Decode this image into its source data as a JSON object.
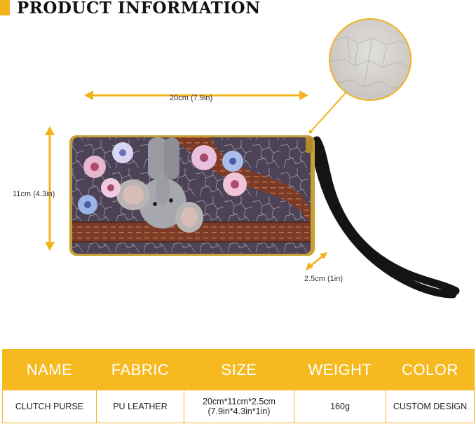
{
  "header": {
    "title": "PRODUCT INFORMATION",
    "accent": "#f2b21b"
  },
  "dimensions": {
    "width_label": "20cm (7.9in)",
    "height_label": "11cm (4.3in)",
    "depth_label": "2.5cm (1in)"
  },
  "product_image": {
    "subject": "zip-around wallet with elephant and flowers print, purple crackle leather background, brown stitched leather bands, black wrist strap",
    "colors": {
      "background": "#4a3f52",
      "band": "#7a3a26",
      "zip": "#c9a035",
      "strap": "#151515",
      "swatch": "#d6d4d0"
    }
  },
  "spec_table": {
    "headers": [
      "NAME",
      "FABRIC",
      "SIZE",
      "WEIGHT",
      "COLOR"
    ],
    "values": [
      "CLUTCH  PURSE",
      "PU LEATHER",
      "20cm*11cm*2.5cm\n(7.9in*4.3in*1in)",
      "160g",
      "CUSTOM DESIGN"
    ],
    "header_color": "#f6b91f"
  }
}
